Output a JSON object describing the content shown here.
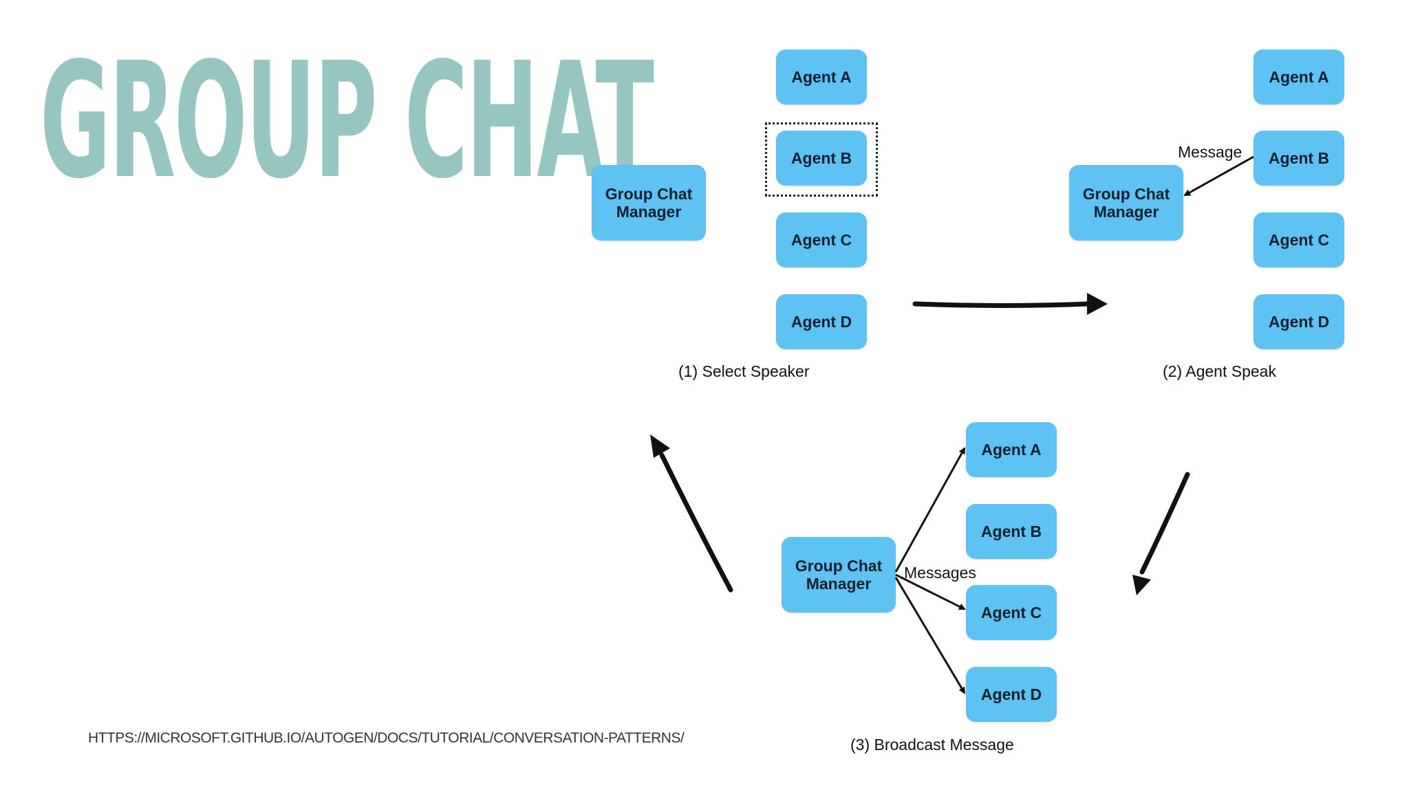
{
  "slide": {
    "title": "GROUP CHAT",
    "source_url": "HTTPS://MICROSOFT.GITHUB.IO/AUTOGEN/DOCS/TUTORIAL/CONVERSATION-PATTERNS/"
  },
  "diagram": {
    "step1": {
      "manager": "Group Chat Manager",
      "agents": [
        "Agent A",
        "Agent B",
        "Agent C",
        "Agent D"
      ],
      "caption": "(1) Select Speaker",
      "selected_agent": "Agent B"
    },
    "step2": {
      "manager": "Group Chat Manager",
      "agents": [
        "Agent A",
        "Agent B",
        "Agent C",
        "Agent D"
      ],
      "caption": "(2) Agent Speak",
      "edge_label": "Message"
    },
    "step3": {
      "manager": "Group Chat Manager",
      "agents": [
        "Agent A",
        "Agent B",
        "Agent C",
        "Agent D"
      ],
      "caption": "(3) Broadcast Message",
      "edge_label": "Messages"
    }
  },
  "colors": {
    "title": "#97c6c0",
    "node_fill": "#5ec2f3",
    "node_text": "#0f1f2e",
    "arrow": "#111111"
  }
}
